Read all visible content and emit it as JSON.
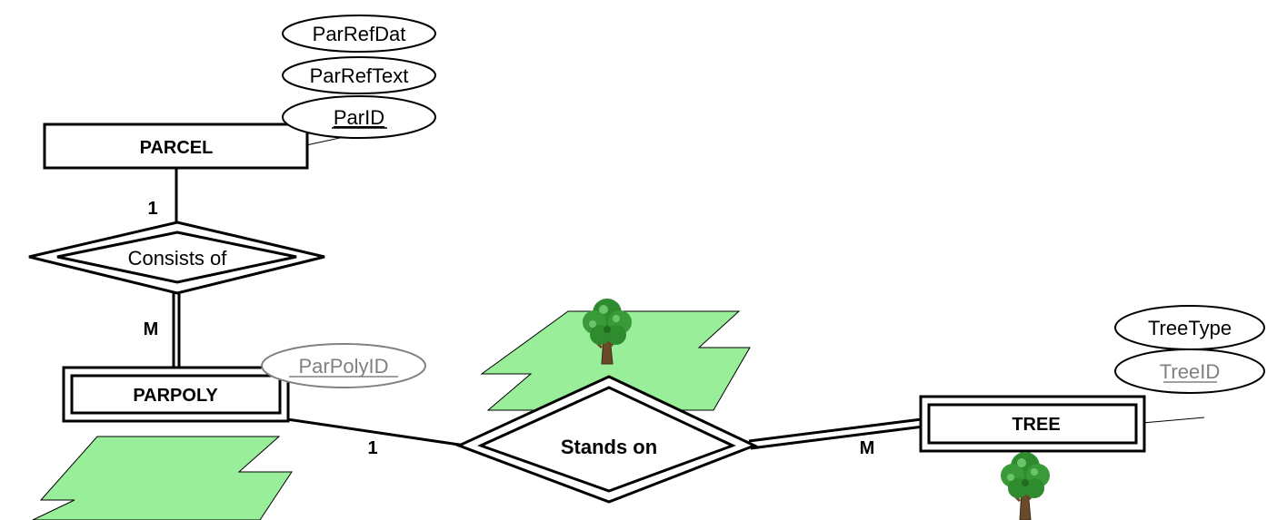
{
  "entities": {
    "parcel": "PARCEL",
    "parpoly": "PARPOLY",
    "tree": "TREE"
  },
  "relationships": {
    "consists_of": "Consists of",
    "stands_on": "Stands on"
  },
  "attributes": {
    "par_ref_dat": "ParRefDat",
    "par_ref_text": "ParRefText",
    "par_id": "ParID",
    "par_poly_id": "ParPolyID",
    "tree_type": "TreeType",
    "tree_id": "TreeID"
  },
  "cardinalities": {
    "parcel_consists": "1",
    "consists_parpoly": "M",
    "parpoly_stands": "1",
    "stands_tree": "M"
  },
  "colors": {
    "polygon_fill": "#99ee99",
    "tree_foliage": "#2e8b2e",
    "tree_trunk": "#6b4a2a",
    "weak_key_text": "#808080"
  }
}
